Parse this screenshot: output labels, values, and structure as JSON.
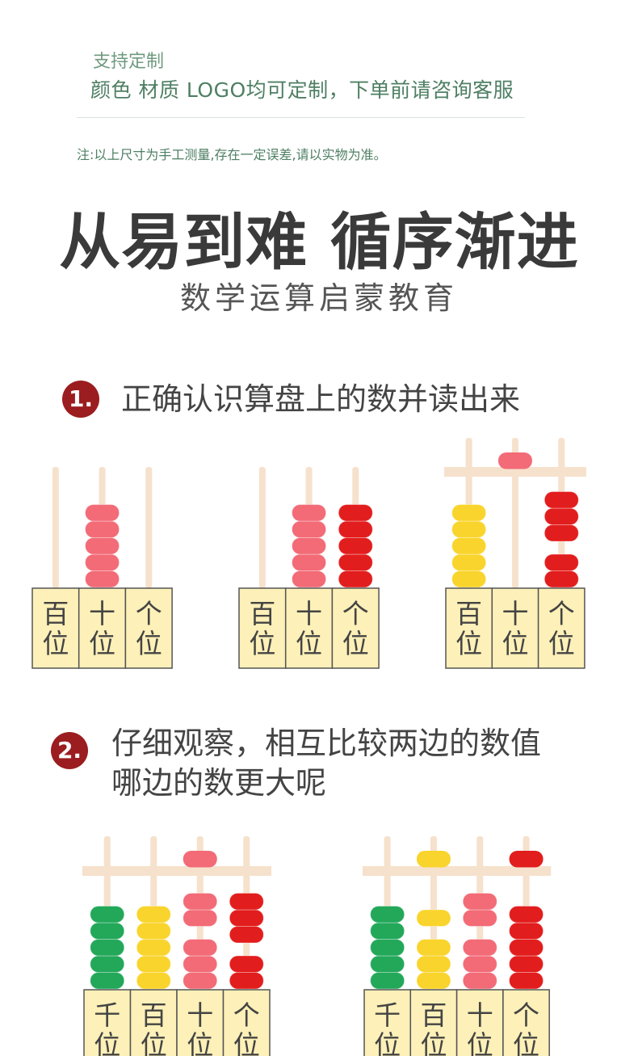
{
  "customization": {
    "title": "支持定制",
    "description": "颜色 材质  LOGO均可定制，下单前请咨询客服"
  },
  "note": "注:以上尺寸为手工测量,存在一定误差,请以实物为准。",
  "headline": "从易到难 循序渐进",
  "subheadline": "数学运算启蒙教育",
  "steps": [
    {
      "number": "1.",
      "line1": "正确认识算盘上的数并读出来",
      "line2": ""
    },
    {
      "number": "2.",
      "line1": "仔细观察，相互比较两边的数值",
      "line2": "哪边的数更大呢"
    }
  ],
  "place_labels": {
    "thousands": [
      "千",
      "位"
    ],
    "hundreds": [
      "百",
      "位"
    ],
    "tens": [
      "十",
      "位"
    ],
    "ones": [
      "个",
      "位"
    ]
  },
  "colors": {
    "rod": "#f6e1cc",
    "label_box": "#fdf0b8",
    "label_border": "#555555",
    "pink": "#f26b77",
    "red": "#e21d1d",
    "yellow": "#f9d42c",
    "green": "#23a85a",
    "badge": "#9b1d1f"
  },
  "abacuses": [
    {
      "frame": false,
      "columns": [
        {
          "place": "hundreds",
          "beads": []
        },
        {
          "place": "tens",
          "beads": [
            {
              "color": "pink",
              "count": 5
            }
          ]
        },
        {
          "place": "ones",
          "beads": []
        }
      ]
    },
    {
      "frame": false,
      "columns": [
        {
          "place": "hundreds",
          "beads": []
        },
        {
          "place": "tens",
          "beads": [
            {
              "color": "pink",
              "count": 5
            }
          ]
        },
        {
          "place": "ones",
          "beads": [
            {
              "color": "red",
              "count": 5
            }
          ]
        }
      ]
    },
    {
      "frame": true,
      "columns": [
        {
          "place": "hundreds",
          "upper": 0,
          "beads": [
            {
              "color": "yellow",
              "count": 5
            }
          ]
        },
        {
          "place": "tens",
          "upper": 1,
          "upper_color": "pink",
          "beads": []
        },
        {
          "place": "ones",
          "upper": 0,
          "beads": [
            {
              "color": "red",
              "count": 3
            },
            {
              "color": "red",
              "count": 2
            }
          ]
        }
      ]
    },
    {
      "frame": true,
      "columns": [
        {
          "place": "thousands",
          "upper": 0,
          "beads": [
            {
              "color": "green",
              "count": 5
            }
          ]
        },
        {
          "place": "hundreds",
          "upper": 0,
          "beads": [
            {
              "color": "yellow",
              "count": 5
            }
          ]
        },
        {
          "place": "tens",
          "upper": 1,
          "upper_color": "pink",
          "beads": [
            {
              "color": "pink",
              "count": 2
            },
            {
              "color": "pink",
              "count": 3
            }
          ]
        },
        {
          "place": "ones",
          "upper": 0,
          "beads": [
            {
              "color": "red",
              "count": 3
            },
            {
              "color": "red",
              "count": 2
            }
          ]
        }
      ]
    },
    {
      "frame": true,
      "columns": [
        {
          "place": "thousands",
          "upper": 0,
          "beads": [
            {
              "color": "green",
              "count": 5
            }
          ]
        },
        {
          "place": "hundreds",
          "upper": 1,
          "upper_color": "yellow",
          "beads": [
            {
              "color": "yellow",
              "count": 1
            },
            {
              "color": "yellow",
              "count": 3
            }
          ]
        },
        {
          "place": "tens",
          "upper": 0,
          "beads": [
            {
              "color": "pink",
              "count": 2
            },
            {
              "color": "pink",
              "count": 3
            }
          ]
        },
        {
          "place": "ones",
          "upper": 1,
          "upper_color": "red",
          "beads": [
            {
              "color": "red",
              "count": 5
            }
          ]
        }
      ]
    }
  ]
}
